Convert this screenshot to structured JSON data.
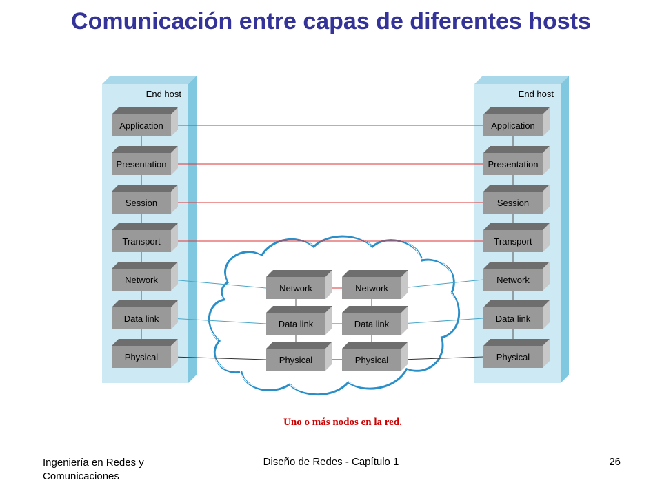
{
  "title": "Comunicación entre capas de diferentes hosts",
  "hosts": {
    "left_label": "End host",
    "right_label": "End host",
    "layers": [
      "Application",
      "Presentation",
      "Session",
      "Transport",
      "Network",
      "Data link",
      "Physical"
    ]
  },
  "network_nodes": {
    "layers": [
      "Network",
      "Data link",
      "Physical"
    ]
  },
  "caption": "Uno o más nodos en la red.",
  "footer": {
    "left": "Ingeniería en Redes y\nComunicaciones",
    "center": "Diseño de Redes  -  Capítulo 1",
    "page_number": "26"
  },
  "colors": {
    "title": "#333399",
    "host_panel": "#cde9f4",
    "host_panel_side": "#7fc8e0",
    "layer_box": "#999999",
    "peer_line": "#dd3333",
    "link_line": "#4aa6c8",
    "cloud_outline": "#2a8fc9",
    "caption": "#cc0000"
  }
}
